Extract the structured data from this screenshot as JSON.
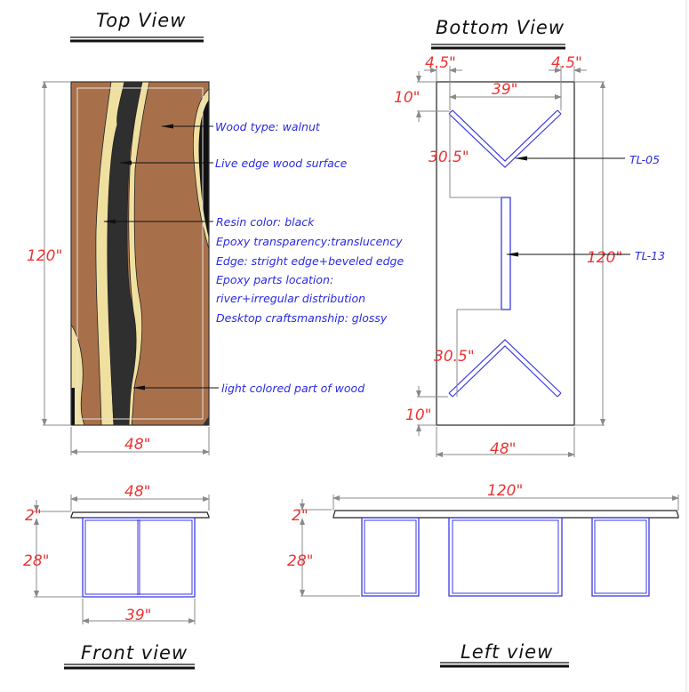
{
  "views": {
    "top": {
      "title": "Top View"
    },
    "bottom": {
      "title": "Bottom View"
    },
    "front": {
      "title": "Front view"
    },
    "left": {
      "title": "Left view"
    }
  },
  "top_view": {
    "dims": {
      "length": "120\"",
      "width": "48\""
    },
    "callouts": [
      "Wood type:  walnut",
      "Live edge wood surface",
      "Resin color: black",
      "Epoxy transparency:translucency",
      "Edge: stright edge+beveled edge",
      "Epoxy parts location:",
      "river+irregular distribution",
      "Desktop craftsmanship: glossy",
      "light colored part of wood"
    ],
    "colors": {
      "wood": "#a8704a",
      "resin": "#2f2f2f",
      "sapwood": "#f0e0a0"
    }
  },
  "bottom_view": {
    "dims": {
      "edge_left": "4.5\"",
      "edge_right": "4.5\"",
      "span": "39\"",
      "end_top": "10\"",
      "end_bottom": "10\"",
      "leg_top": "30.5\"",
      "leg_bottom": "30.5\"",
      "length": "120\"",
      "width": "48\""
    },
    "tags": {
      "v_leg": "TL-05",
      "center_bar": "TL-13"
    }
  },
  "front_view": {
    "dims": {
      "top_width": "48\"",
      "thickness": "2\"",
      "height": "28\"",
      "base_width": "39\""
    }
  },
  "left_view": {
    "dims": {
      "length": "120\"",
      "thickness": "2\"",
      "height": "28\""
    }
  },
  "colors": {
    "dimension_text": "#ee3333",
    "annotation_text": "#2a2ae0",
    "leg_lines": "#3a3ae8"
  }
}
